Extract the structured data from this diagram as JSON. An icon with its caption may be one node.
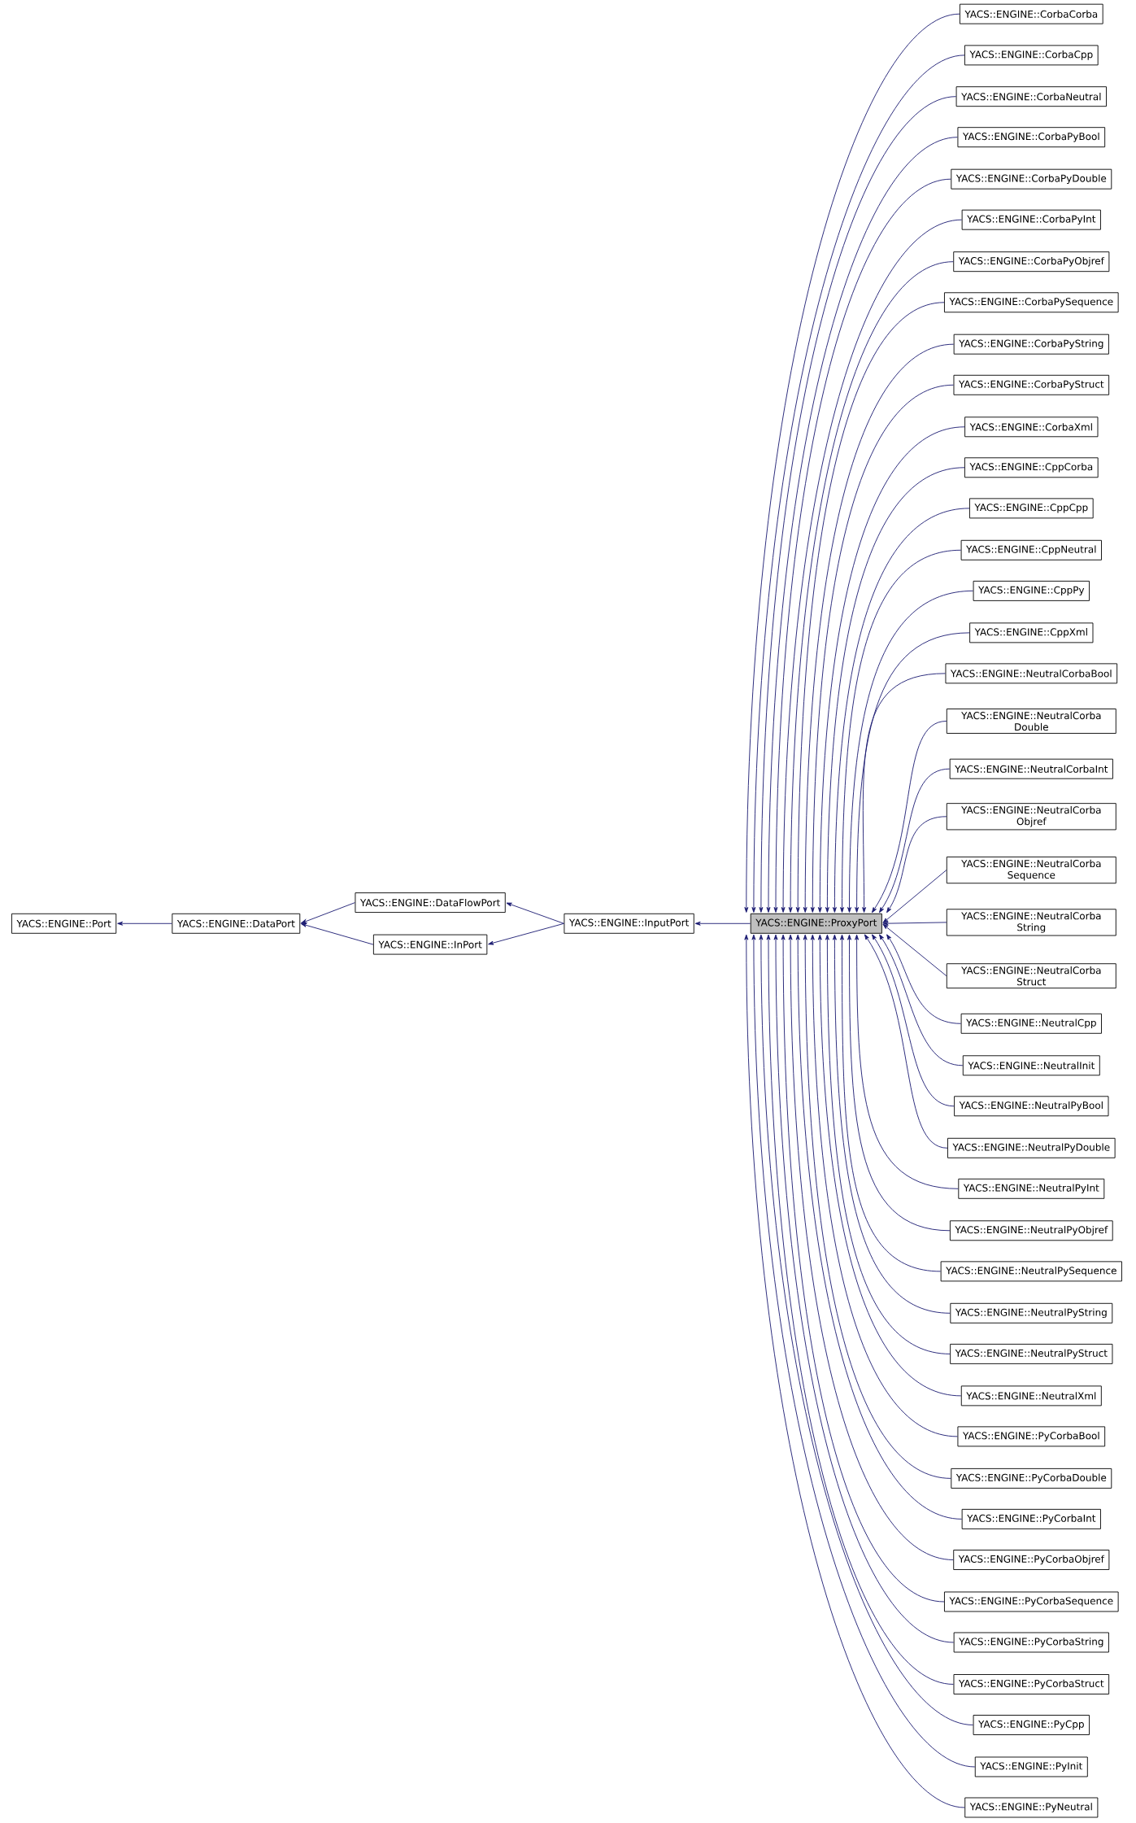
{
  "diagram": {
    "nodes": [
      {
        "text": [
          "YACS::ENGINE::Port"
        ]
      },
      {
        "text": [
          "YACS::ENGINE::DataPort"
        ]
      },
      {
        "text": [
          "YACS::ENGINE::DataFlowPort"
        ]
      },
      {
        "text": [
          "YACS::ENGINE::InPort"
        ]
      },
      {
        "text": [
          "YACS::ENGINE::InputPort"
        ]
      },
      {
        "text": [
          "YACS::ENGINE::ProxyPort"
        ]
      },
      {
        "text": [
          "YACS::ENGINE::CorbaCorba"
        ]
      },
      {
        "text": [
          "YACS::ENGINE::CorbaCpp"
        ]
      },
      {
        "text": [
          "YACS::ENGINE::CorbaNeutral"
        ]
      },
      {
        "text": [
          "YACS::ENGINE::CorbaPyBool"
        ]
      },
      {
        "text": [
          "YACS::ENGINE::CorbaPyDouble"
        ]
      },
      {
        "text": [
          "YACS::ENGINE::CorbaPyInt"
        ]
      },
      {
        "text": [
          "YACS::ENGINE::CorbaPyObjref"
        ]
      },
      {
        "text": [
          "YACS::ENGINE::CorbaPySequence"
        ]
      },
      {
        "text": [
          "YACS::ENGINE::CorbaPyString"
        ]
      },
      {
        "text": [
          "YACS::ENGINE::CorbaPyStruct"
        ]
      },
      {
        "text": [
          "YACS::ENGINE::CorbaXml"
        ]
      },
      {
        "text": [
          "YACS::ENGINE::CppCorba"
        ]
      },
      {
        "text": [
          "YACS::ENGINE::CppCpp"
        ]
      },
      {
        "text": [
          "YACS::ENGINE::CppNeutral"
        ]
      },
      {
        "text": [
          "YACS::ENGINE::CppPy"
        ]
      },
      {
        "text": [
          "YACS::ENGINE::CppXml"
        ]
      },
      {
        "text": [
          "YACS::ENGINE::NeutralCorbaBool"
        ]
      },
      {
        "text": [
          "YACS::ENGINE::NeutralCorba Double"
        ]
      },
      {
        "text": [
          "YACS::ENGINE::NeutralCorbaInt"
        ]
      },
      {
        "text": [
          "YACS::ENGINE::NeutralCorba Objref"
        ]
      },
      {
        "text": [
          "YACS::ENGINE::NeutralCorba Sequence"
        ]
      },
      {
        "text": [
          "YACS::ENGINE::NeutralCorba String"
        ]
      },
      {
        "text": [
          "YACS::ENGINE::NeutralCorba Struct"
        ]
      },
      {
        "text": [
          "YACS::ENGINE::NeutralCpp"
        ]
      },
      {
        "text": [
          "YACS::ENGINE::NeutralInit"
        ]
      },
      {
        "text": [
          "YACS::ENGINE::NeutralPyBool"
        ]
      },
      {
        "text": [
          "YACS::ENGINE::NeutralPyDouble"
        ]
      },
      {
        "text": [
          "YACS::ENGINE::NeutralPyInt"
        ]
      },
      {
        "text": [
          "YACS::ENGINE::NeutralPyObjref"
        ]
      },
      {
        "text": [
          "YACS::ENGINE::NeutralPySequence"
        ]
      },
      {
        "text": [
          "YACS::ENGINE::NeutralPyString"
        ]
      },
      {
        "text": [
          "YACS::ENGINE::NeutralPyStruct"
        ]
      },
      {
        "text": [
          "YACS::ENGINE::NeutralXml"
        ]
      },
      {
        "text": [
          "YACS::ENGINE::PyCorbaBool"
        ]
      },
      {
        "text": [
          "YACS::ENGINE::PyCorbaDouble"
        ]
      },
      {
        "text": [
          "YACS::ENGINE::PyCorbaInt"
        ]
      },
      {
        "text": [
          "YACS::ENGINE::PyCorbaObjref"
        ]
      },
      {
        "text": [
          "YACS::ENGINE::PyCorbaSequence"
        ]
      },
      {
        "text": [
          "YACS::ENGINE::PyCorbaString"
        ]
      },
      {
        "text": [
          "YACS::ENGINE::PyCorbaStruct"
        ]
      },
      {
        "text": [
          "YACS::ENGINE::PyCpp"
        ]
      },
      {
        "text": [
          "YACS::ENGINE::PyInit"
        ]
      },
      {
        "text": [
          "YACS::ENGINE::PyNeutral"
        ]
      }
    ],
    "edges": [
      {
        "from": 1,
        "to": 0,
        "arrow": "to"
      },
      {
        "from": 2,
        "to": 1,
        "arrow": "to"
      },
      {
        "from": 3,
        "to": 1,
        "arrow": "to"
      },
      {
        "from": 4,
        "to": 2,
        "arrow": "to"
      },
      {
        "from": 4,
        "to": 3,
        "arrow": "to"
      },
      {
        "from": 5,
        "to": 4,
        "arrow": "to"
      },
      {
        "from": 6,
        "to": 5,
        "arrow": "to"
      },
      {
        "from": 7,
        "to": 5,
        "arrow": "to"
      },
      {
        "from": 8,
        "to": 5,
        "arrow": "to"
      },
      {
        "from": 9,
        "to": 5,
        "arrow": "to"
      },
      {
        "from": 10,
        "to": 5,
        "arrow": "to"
      },
      {
        "from": 11,
        "to": 5,
        "arrow": "to"
      },
      {
        "from": 12,
        "to": 5,
        "arrow": "to"
      },
      {
        "from": 13,
        "to": 5,
        "arrow": "to"
      },
      {
        "from": 14,
        "to": 5,
        "arrow": "to"
      },
      {
        "from": 15,
        "to": 5,
        "arrow": "to"
      },
      {
        "from": 16,
        "to": 5,
        "arrow": "to"
      },
      {
        "from": 17,
        "to": 5,
        "arrow": "to"
      },
      {
        "from": 18,
        "to": 5,
        "arrow": "to"
      },
      {
        "from": 19,
        "to": 5,
        "arrow": "to"
      },
      {
        "from": 20,
        "to": 5,
        "arrow": "to"
      },
      {
        "from": 21,
        "to": 5,
        "arrow": "to"
      },
      {
        "from": 22,
        "to": 5,
        "arrow": "to"
      },
      {
        "from": 23,
        "to": 5,
        "arrow": "to"
      },
      {
        "from": 24,
        "to": 5,
        "arrow": "to"
      },
      {
        "from": 25,
        "to": 5,
        "arrow": "to"
      },
      {
        "from": 26,
        "to": 5,
        "arrow": "to"
      },
      {
        "from": 27,
        "to": 5,
        "arrow": "to"
      },
      {
        "from": 28,
        "to": 5,
        "arrow": "to"
      },
      {
        "from": 29,
        "to": 5,
        "arrow": "to"
      },
      {
        "from": 30,
        "to": 5,
        "arrow": "to"
      },
      {
        "from": 31,
        "to": 5,
        "arrow": "to"
      },
      {
        "from": 32,
        "to": 5,
        "arrow": "to"
      },
      {
        "from": 33,
        "to": 5,
        "arrow": "to"
      },
      {
        "from": 34,
        "to": 5,
        "arrow": "to"
      },
      {
        "from": 35,
        "to": 5,
        "arrow": "to"
      },
      {
        "from": 36,
        "to": 5,
        "arrow": "to"
      },
      {
        "from": 37,
        "to": 5,
        "arrow": "to"
      },
      {
        "from": 38,
        "to": 5,
        "arrow": "to"
      },
      {
        "from": 39,
        "to": 5,
        "arrow": "to"
      },
      {
        "from": 40,
        "to": 5,
        "arrow": "to"
      },
      {
        "from": 41,
        "to": 5,
        "arrow": "to"
      },
      {
        "from": 42,
        "to": 5,
        "arrow": "to"
      },
      {
        "from": 43,
        "to": 5,
        "arrow": "to"
      },
      {
        "from": 44,
        "to": 5,
        "arrow": "to"
      },
      {
        "from": 45,
        "to": 5,
        "arrow": "to"
      },
      {
        "from": 46,
        "to": 5,
        "arrow": "to"
      },
      {
        "from": 47,
        "to": 5,
        "arrow": "to"
      },
      {
        "from": 48,
        "to": 5,
        "arrow": "to"
      }
    ]
  }
}
